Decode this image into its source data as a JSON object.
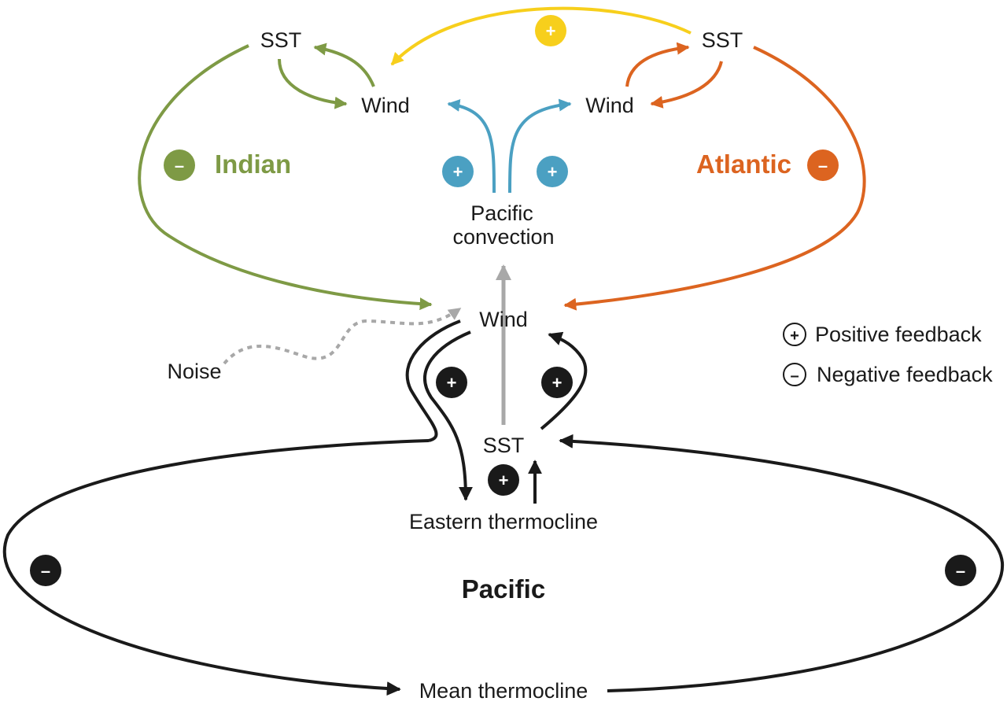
{
  "labels": {
    "sst_indian": "SST",
    "wind_indian": "Wind",
    "sst_atlantic": "SST",
    "wind_atlantic": "Wind",
    "pacific_convection_line1": "Pacific",
    "pacific_convection_line2": "convection",
    "wind_pacific": "Wind",
    "sst_pacific": "SST",
    "eastern_thermocline": "Eastern thermocline",
    "mean_thermocline": "Mean thermocline",
    "noise": "Noise"
  },
  "regions": {
    "indian": "Indian",
    "atlantic": "Atlantic",
    "pacific": "Pacific"
  },
  "legend": {
    "positive": "Positive feedback",
    "negative": "Negative feedback"
  },
  "signs": {
    "positive": "+",
    "negative": "–"
  },
  "colors": {
    "indian": "#7e9a45",
    "atlantic": "#dc6420",
    "yellow": "#f7cf1c",
    "blue": "#4ba0c2",
    "gray": "#a8a8a8",
    "black": "#1a1a1a"
  }
}
